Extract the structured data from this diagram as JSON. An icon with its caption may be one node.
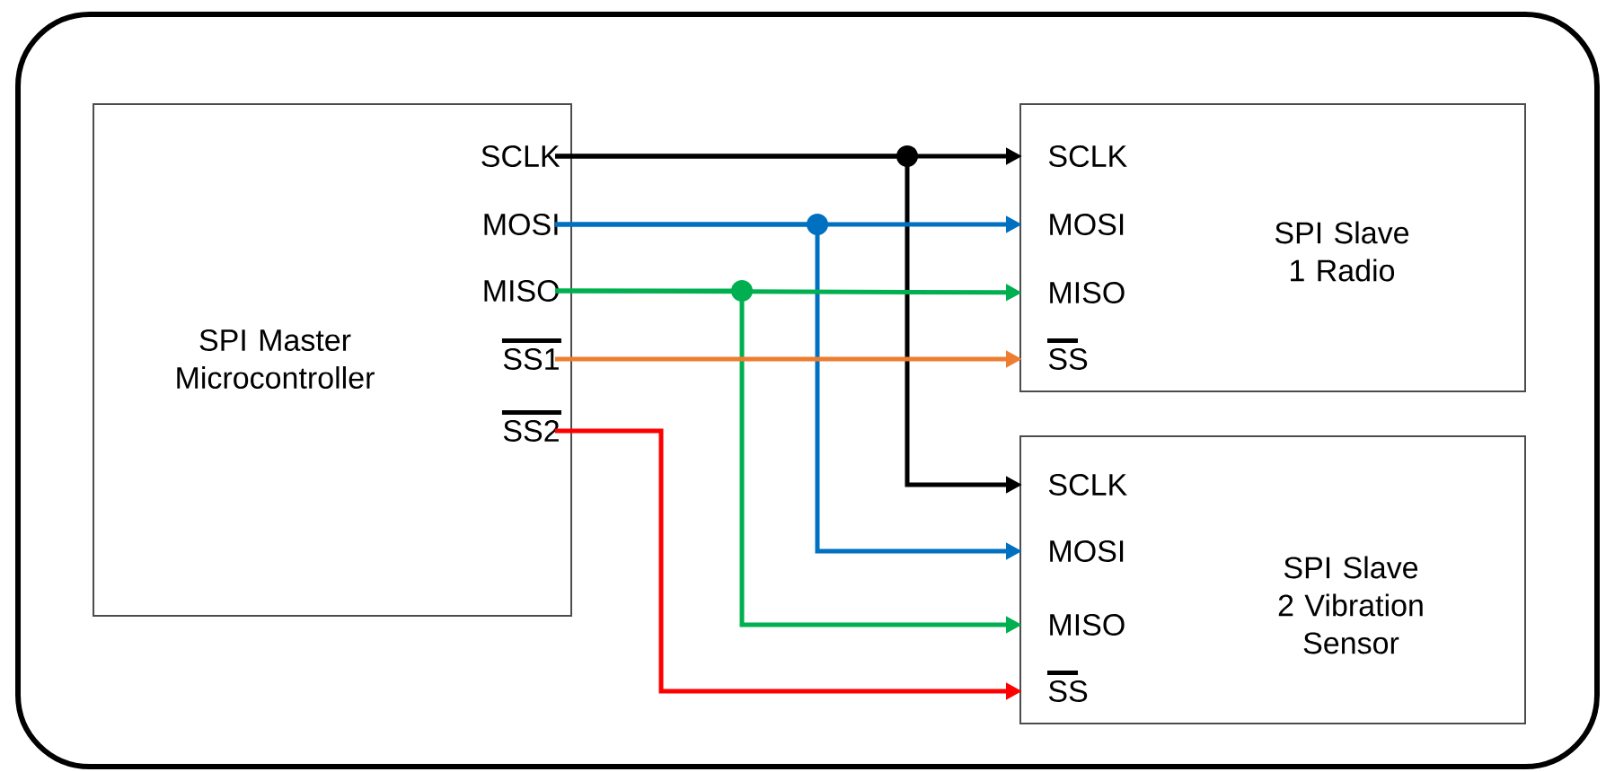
{
  "diagram": {
    "nodes": [
      {
        "text": [],
        "shape": "box"
      },
      {
        "text": [
          "SPI Master Microcontroller"
        ],
        "in": 0
      },
      {
        "text": [
          "SCLK"
        ],
        "in": 1
      },
      {
        "text": [
          "MOSI"
        ],
        "in": 1
      },
      {
        "text": [
          "MISO"
        ],
        "in": 1
      },
      {
        "text": [
          "SS1"
        ],
        "in": 1
      },
      {
        "text": [
          "SS2"
        ],
        "in": 1
      },
      {
        "text": [
          "SPI Slave 1 Radio"
        ],
        "in": 0
      },
      {
        "text": [
          "SCLK"
        ],
        "in": 7
      },
      {
        "text": [
          "MOSI"
        ],
        "in": 7
      },
      {
        "text": [
          "MISO"
        ],
        "in": 7
      },
      {
        "text": [
          "SS"
        ],
        "in": 7
      },
      {
        "text": [
          "SPI Slave 2 Vibration Sensor"
        ],
        "in": 0
      },
      {
        "text": [
          "SCLK"
        ],
        "in": 12
      },
      {
        "text": [
          "MOSI"
        ],
        "in": 12
      },
      {
        "text": [
          "MISO"
        ],
        "in": 12
      },
      {
        "text": [
          "SS"
        ],
        "in": 12
      }
    ],
    "edges": [
      {
        "from": 2,
        "to": 8,
        "arrow": "to",
        "color": "#000000"
      },
      {
        "from": 2,
        "to": 13,
        "arrow": "to",
        "color": "#000000"
      },
      {
        "from": 3,
        "to": 9,
        "arrow": "to",
        "color": "#0070c0"
      },
      {
        "from": 3,
        "to": 14,
        "arrow": "to",
        "color": "#0070c0"
      },
      {
        "from": 4,
        "to": 10,
        "arrow": "to",
        "color": "#00b050"
      },
      {
        "from": 4,
        "to": 15,
        "arrow": "to",
        "color": "#00b050"
      },
      {
        "from": 5,
        "to": 11,
        "arrow": "to",
        "color": "#ed7d31"
      },
      {
        "from": 6,
        "to": 16,
        "arrow": "to",
        "color": "#ff0000"
      }
    ]
  }
}
